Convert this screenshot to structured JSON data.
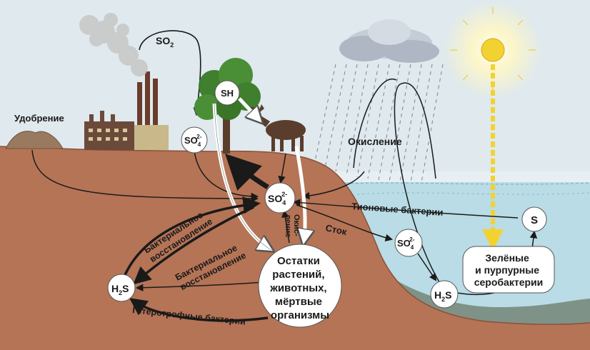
{
  "labels": {
    "fertilizer": "Удобрение",
    "so2": "SO",
    "so2_sub": "2",
    "sh": "SH",
    "so4_plant": "SO",
    "so4_central": "SO",
    "so4_water": "SO",
    "so4_sub": "4",
    "so4_sup": "2-",
    "oxidation": "Окисление",
    "thionic": "Тионовые бактерии",
    "s_node": "S",
    "bact_red_1a": "Бактериальное",
    "bact_red_1b": "восстановление",
    "bact_red_2a": "Бактериальное",
    "bact_red_2b": "восстановление",
    "oxi_1": "Окис-",
    "oxi_2": "ление",
    "runoff": "Сток",
    "h2s_land": "H",
    "h2s_water": "H",
    "h2s_sub": "2",
    "h2s_s": "S",
    "remains_1": "Остатки",
    "remains_2": "растений,",
    "remains_3": "животных,",
    "remains_4": "мёртвые",
    "remains_5": "организмы",
    "green_1": "Зелёные",
    "green_2": "и пурпурные",
    "green_3": "серобактерии",
    "hetero": "Гетеротрофные бактерии"
  },
  "colors": {
    "sky": "#e6eef3",
    "soil": "#b57456",
    "water": "#b9dce6",
    "sediment": "#7e9186",
    "sun": "#f2d230",
    "arrow": "#1a1a1a"
  }
}
